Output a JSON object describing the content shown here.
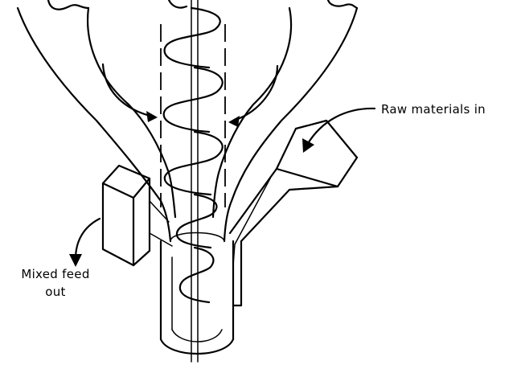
{
  "labels": {
    "raw_materials": "Raw materials in",
    "mixed_feed_line1": "Mixed feed",
    "mixed_feed_line2": "out"
  }
}
